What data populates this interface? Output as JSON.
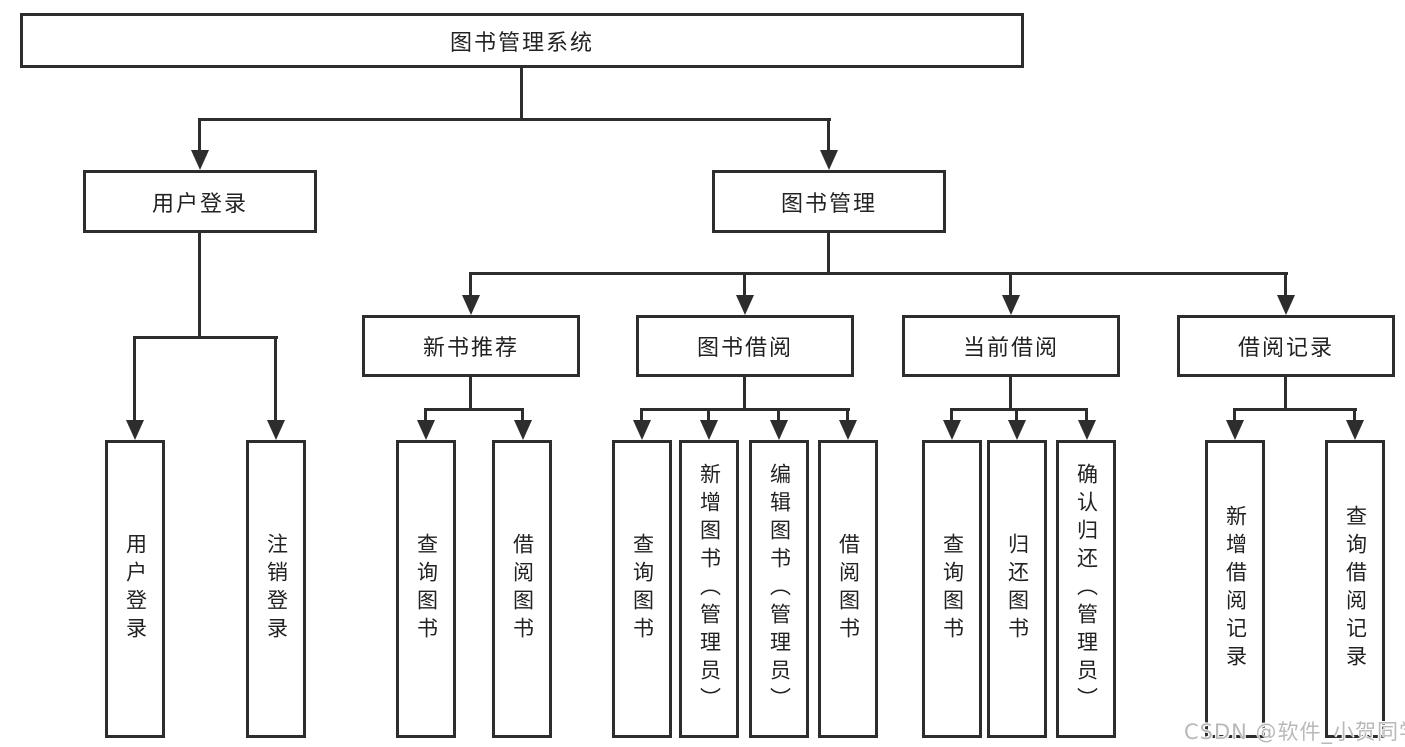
{
  "diagram": {
    "title": "图书管理系统",
    "root": {
      "label": "图书管理系统"
    },
    "level1": [
      {
        "id": "user-login",
        "label": "用户登录"
      },
      {
        "id": "book-management",
        "label": "图书管理"
      }
    ],
    "level2": [
      {
        "id": "new-book-recommend",
        "label": "新书推荐"
      },
      {
        "id": "book-borrow",
        "label": "图书借阅"
      },
      {
        "id": "current-borrow",
        "label": "当前借阅"
      },
      {
        "id": "borrow-records",
        "label": "借阅记录"
      }
    ],
    "leaves": {
      "user_login": [
        {
          "label": "用户登录"
        },
        {
          "label": "注销登录"
        }
      ],
      "new_book_recommend": [
        {
          "label": "查询图书"
        },
        {
          "label": "借阅图书"
        }
      ],
      "book_borrow": [
        {
          "label": "查询图书"
        },
        {
          "label": "新增图书（管理员）"
        },
        {
          "label": "编辑图书（管理员）"
        },
        {
          "label": "借阅图书"
        }
      ],
      "current_borrow": [
        {
          "label": "查询图书"
        },
        {
          "label": "归还图书"
        },
        {
          "label": "确认归还（管理员）"
        }
      ],
      "borrow_records": [
        {
          "label": "新增借阅记录"
        },
        {
          "label": "查询借阅记录"
        }
      ]
    }
  },
  "watermark": {
    "text": "CSDN @软件_小贺同学"
  },
  "colors": {
    "line": "#2d2d2d",
    "text": "#222222",
    "watermark": "#b9b9b9",
    "background": "#ffffff"
  }
}
